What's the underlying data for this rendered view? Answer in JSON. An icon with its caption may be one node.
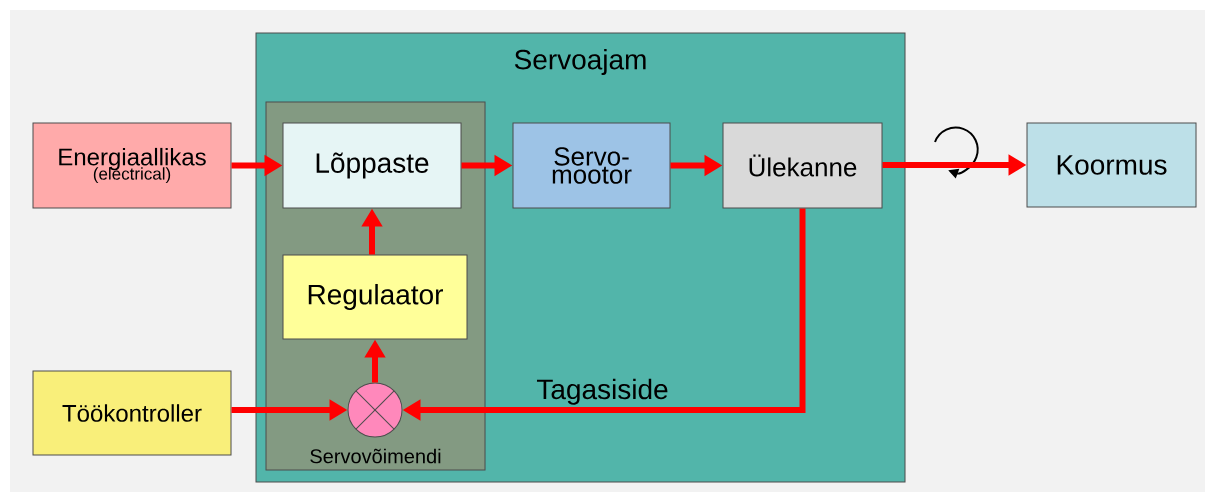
{
  "diagram": {
    "nodes": [
      {
        "text": [
          "Servoajam"
        ]
      },
      {
        "text": [
          "Servovõimendi"
        ],
        "in": 0
      },
      {
        "text": [
          "Energiaallikas",
          "(electrical)"
        ]
      },
      {
        "text": [
          "Lõppaste"
        ],
        "in": 1
      },
      {
        "text": [
          "Regulaator"
        ],
        "in": 1
      },
      {
        "text": [
          "Töökontroller"
        ]
      },
      {
        "text": [],
        "shape": "circle",
        "in": 1
      },
      {
        "text": [
          "Servo- mootor"
        ],
        "in": 0
      },
      {
        "text": [
          "Ülekanne"
        ],
        "in": 0
      },
      {
        "text": [
          "Koormus"
        ]
      }
    ],
    "edges": [
      {
        "from": 2,
        "to": 3,
        "arrow": "to"
      },
      {
        "from": 3,
        "to": 7,
        "arrow": "to"
      },
      {
        "from": 7,
        "to": 8,
        "arrow": "to"
      },
      {
        "from": 8,
        "to": 9,
        "arrow": "to"
      },
      {
        "from": 4,
        "to": 3,
        "arrow": "to"
      },
      {
        "from": 6,
        "to": 4,
        "arrow": "to"
      },
      {
        "from": 5,
        "to": 6,
        "arrow": "to"
      },
      {
        "from": 8,
        "to": 6,
        "arrow": "to",
        "label": "Tagasiside"
      }
    ]
  }
}
